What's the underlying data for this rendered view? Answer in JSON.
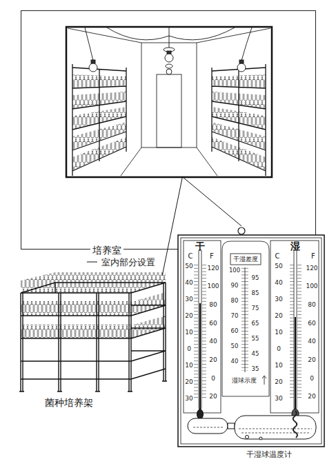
{
  "diagram": {
    "nodes": [
      {
        "text": [
          "培养室"
        ]
      },
      {
        "text": [
          "菌种培养架"
        ]
      },
      {
        "text": [
          "干湿球温度计"
        ]
      }
    ],
    "edges": [
      {
        "from": 0,
        "to": 1,
        "arrow": "none"
      },
      {
        "from": 0,
        "to": 2,
        "arrow": "none"
      }
    ],
    "labels": [
      "室内部分设置",
      "干",
      "C",
      "F",
      "50",
      "40",
      "30",
      "20",
      "10",
      "0",
      "10",
      "20",
      "30",
      "120",
      "100",
      "80",
      "60",
      "40",
      "20",
      "0",
      "20",
      "干湿差度",
      "100",
      "90",
      "80",
      "70",
      "60",
      "50",
      "40",
      "95",
      "85",
      "75",
      "65",
      "55",
      "45",
      "35",
      "湿球示度",
      "湿",
      "C",
      "F",
      "50",
      "40",
      "30",
      "20",
      "10",
      "0",
      "10",
      "20",
      "30",
      "120",
      "100",
      "80",
      "60",
      "40",
      "20",
      "0",
      "20"
    ]
  }
}
